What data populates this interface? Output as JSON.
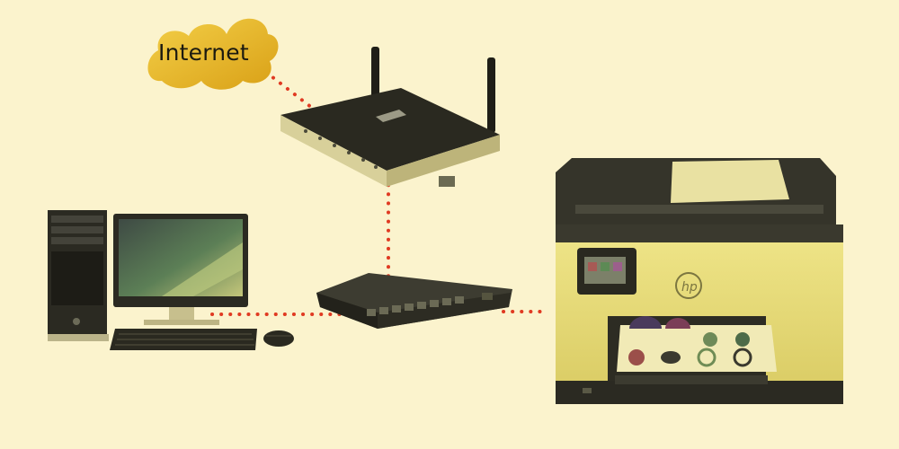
{
  "diagram": {
    "nodes": {
      "internet": {
        "label": "Internet",
        "icon": "cloud-icon"
      },
      "router": {
        "icon": "router-icon"
      },
      "switch": {
        "icon": "network-switch-icon"
      },
      "computer": {
        "icon": "desktop-computer-icon"
      },
      "printer": {
        "icon": "printer-icon",
        "brand_mark": "hp"
      }
    },
    "connections": [
      {
        "from": "internet",
        "to": "router",
        "style": "dotted"
      },
      {
        "from": "router",
        "to": "switch",
        "style": "dotted"
      },
      {
        "from": "switch",
        "to": "computer",
        "style": "dotted"
      },
      {
        "from": "switch",
        "to": "printer",
        "style": "dotted"
      }
    ],
    "colors": {
      "background": "#fbf3cd",
      "link": "#e03a22",
      "cloud": "#e6b61e",
      "device_dark": "#26251c",
      "printer_body": "#e8dc78"
    }
  }
}
